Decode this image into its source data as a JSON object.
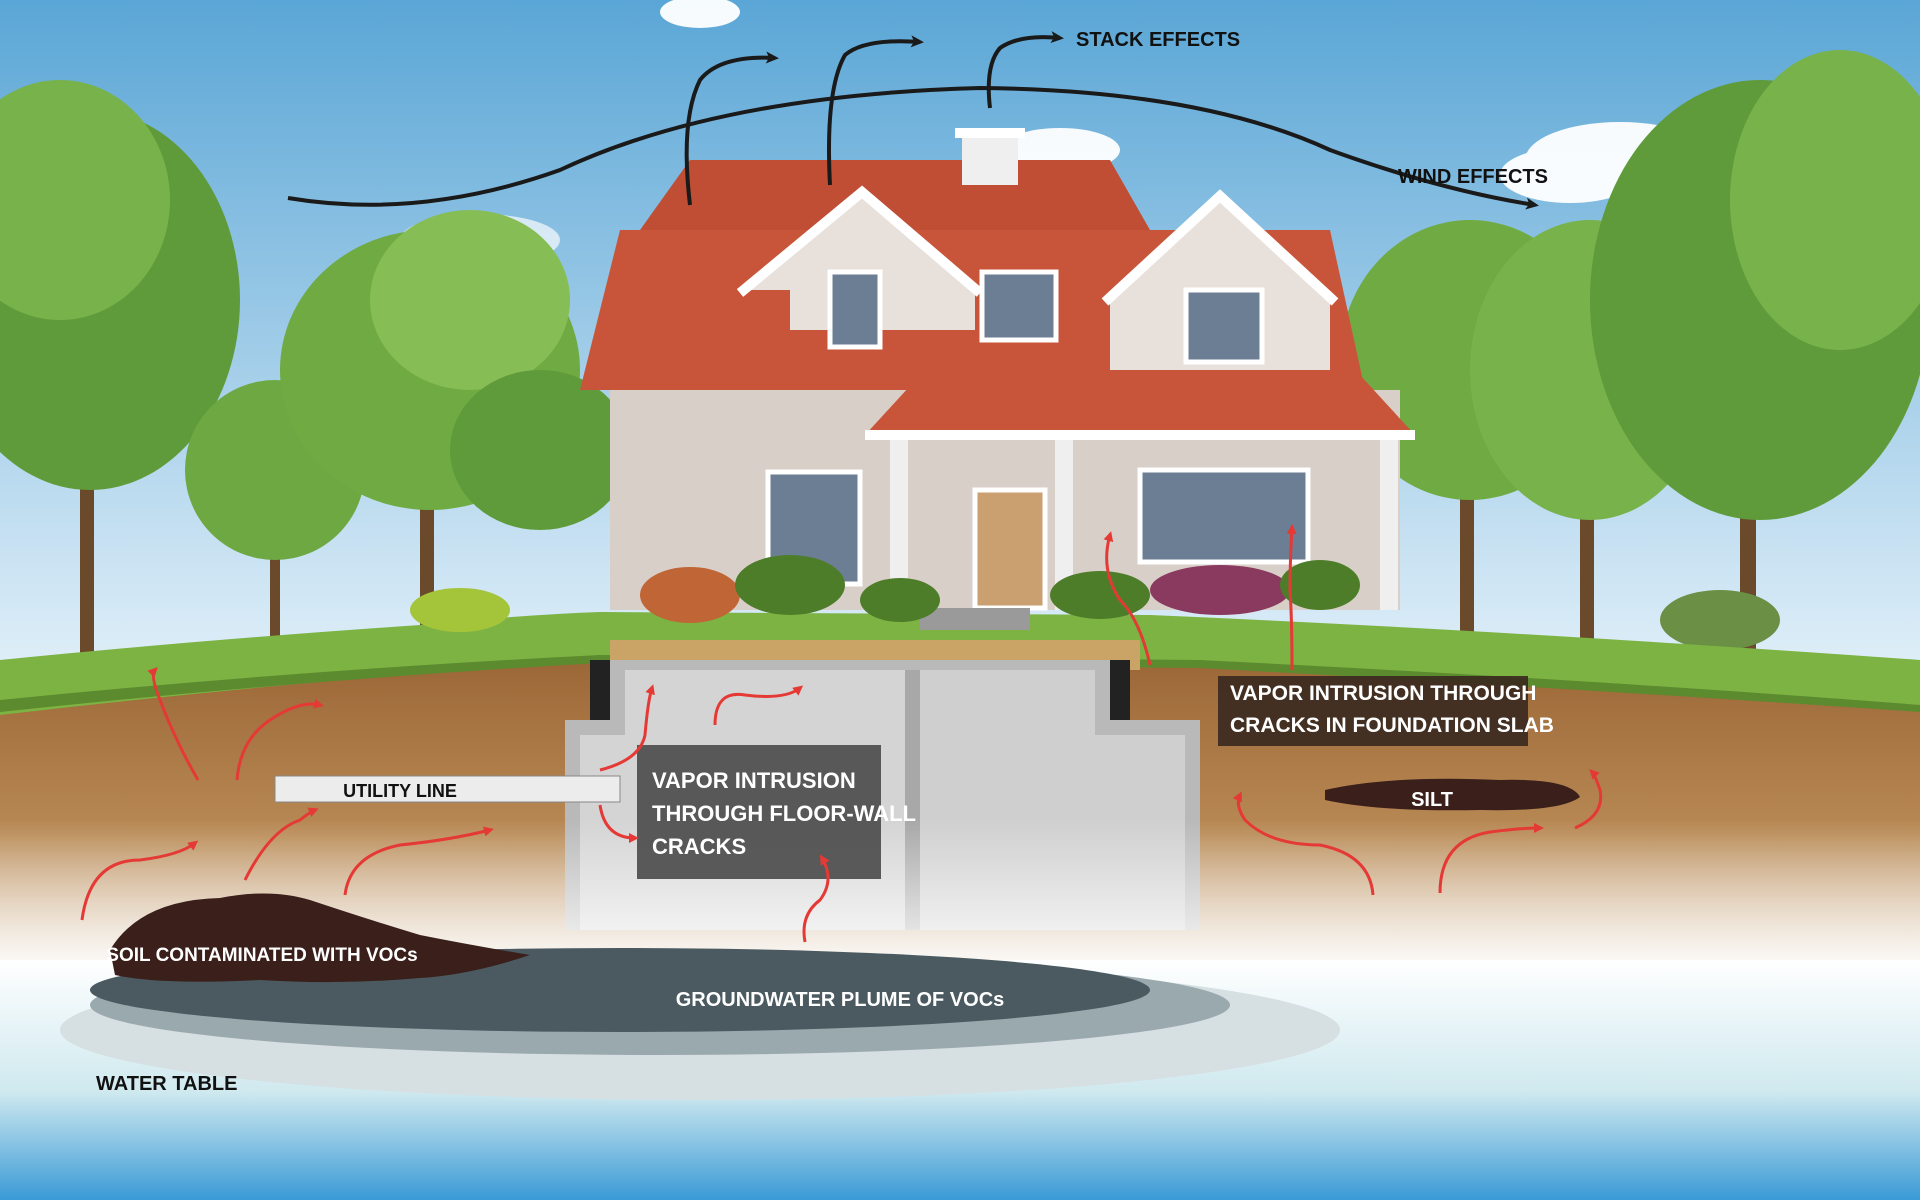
{
  "labels": {
    "stack_effects": "STACK EFFECTS",
    "wind_effects": "WIND EFFECTS",
    "utility_line": "UTILITY LINE",
    "floor_wall": [
      "VAPOR INTRUSION",
      "THROUGH FLOOR-WALL",
      "CRACKS"
    ],
    "foundation_slab": [
      "VAPOR INTRUSION THROUGH",
      "CRACKS IN FOUNDATION SLAB"
    ],
    "silt": "SILT",
    "soil_contaminated": "SOIL CONTAMINATED WITH VOCs",
    "groundwater_plume": "GROUNDWATER PLUME OF VOCs",
    "water_table": "WATER TABLE"
  },
  "colors": {
    "sky_top": "#5aa6d6",
    "sky_bottom": "#e6f2fa",
    "grass": "#7cb342",
    "soil": "#a9743f",
    "roof": "#c8553a",
    "wall": "#d9cfc9",
    "arrow_red": "#e53935",
    "arrow_black": "#1a1a1a",
    "contaminated_soil": "#3a1f1b",
    "plume_dark": "#4a5a60",
    "plume_light": "#9aa9ae",
    "label_box": "#4d4d4d",
    "water": "#3a9ad6"
  }
}
